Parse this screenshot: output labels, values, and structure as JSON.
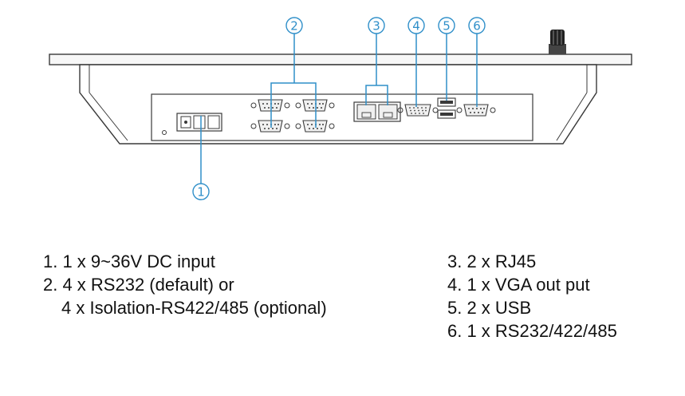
{
  "colors": {
    "callout": "#2f8fc9",
    "line_art": "#3a3a3a",
    "panel_fill": "#f7f7f7",
    "text": "#111111"
  },
  "callouts": {
    "c1": "1",
    "c2": "2",
    "c3": "3",
    "c4": "4",
    "c5": "5",
    "c6": "6"
  },
  "legend": {
    "left": [
      "1. 1 x 9~36V DC input",
      "2. 4 x RS232 (default) or",
      "4 x Isolation-RS422/485 (optional)"
    ],
    "right": [
      "3. 2 x RJ45",
      "4. 1 x VGA out put",
      "5. 2 x USB",
      "6. 1 x RS232/422/485"
    ]
  }
}
